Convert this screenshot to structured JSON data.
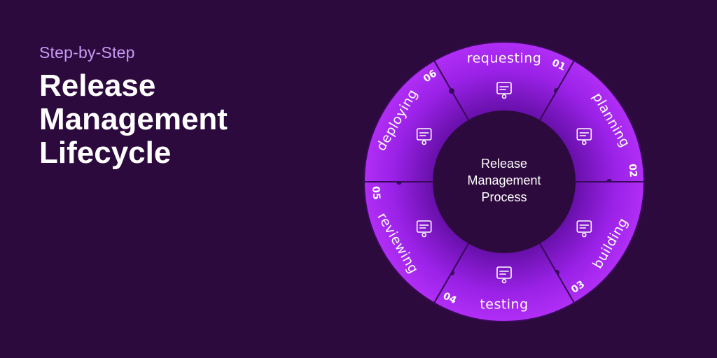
{
  "header": {
    "kicker": "Step-by-Step",
    "title_lines": [
      "Release",
      "Management",
      "Lifecycle"
    ]
  },
  "diagram": {
    "center_lines": [
      "Release",
      "Management",
      "Process"
    ],
    "steps": [
      {
        "number": "01",
        "label": "requesting",
        "icon": "gear-network-icon"
      },
      {
        "number": "02",
        "label": "planning",
        "icon": "clipboard-chart-icon"
      },
      {
        "number": "03",
        "label": "building",
        "icon": "blueprint-tools-icon"
      },
      {
        "number": "04",
        "label": "testing",
        "icon": "laptop-checklist-icon"
      },
      {
        "number": "05",
        "label": "reviewing",
        "icon": "team-review-icon"
      },
      {
        "number": "06",
        "label": "deploying",
        "icon": "paper-plane-launch-icon"
      }
    ]
  },
  "colors": {
    "background": "#2d0a3d",
    "ring_light": "#a526f0",
    "ring_dark": "#6a0fb0",
    "center": "#2d0a3d",
    "kicker": "#c79bf5"
  }
}
